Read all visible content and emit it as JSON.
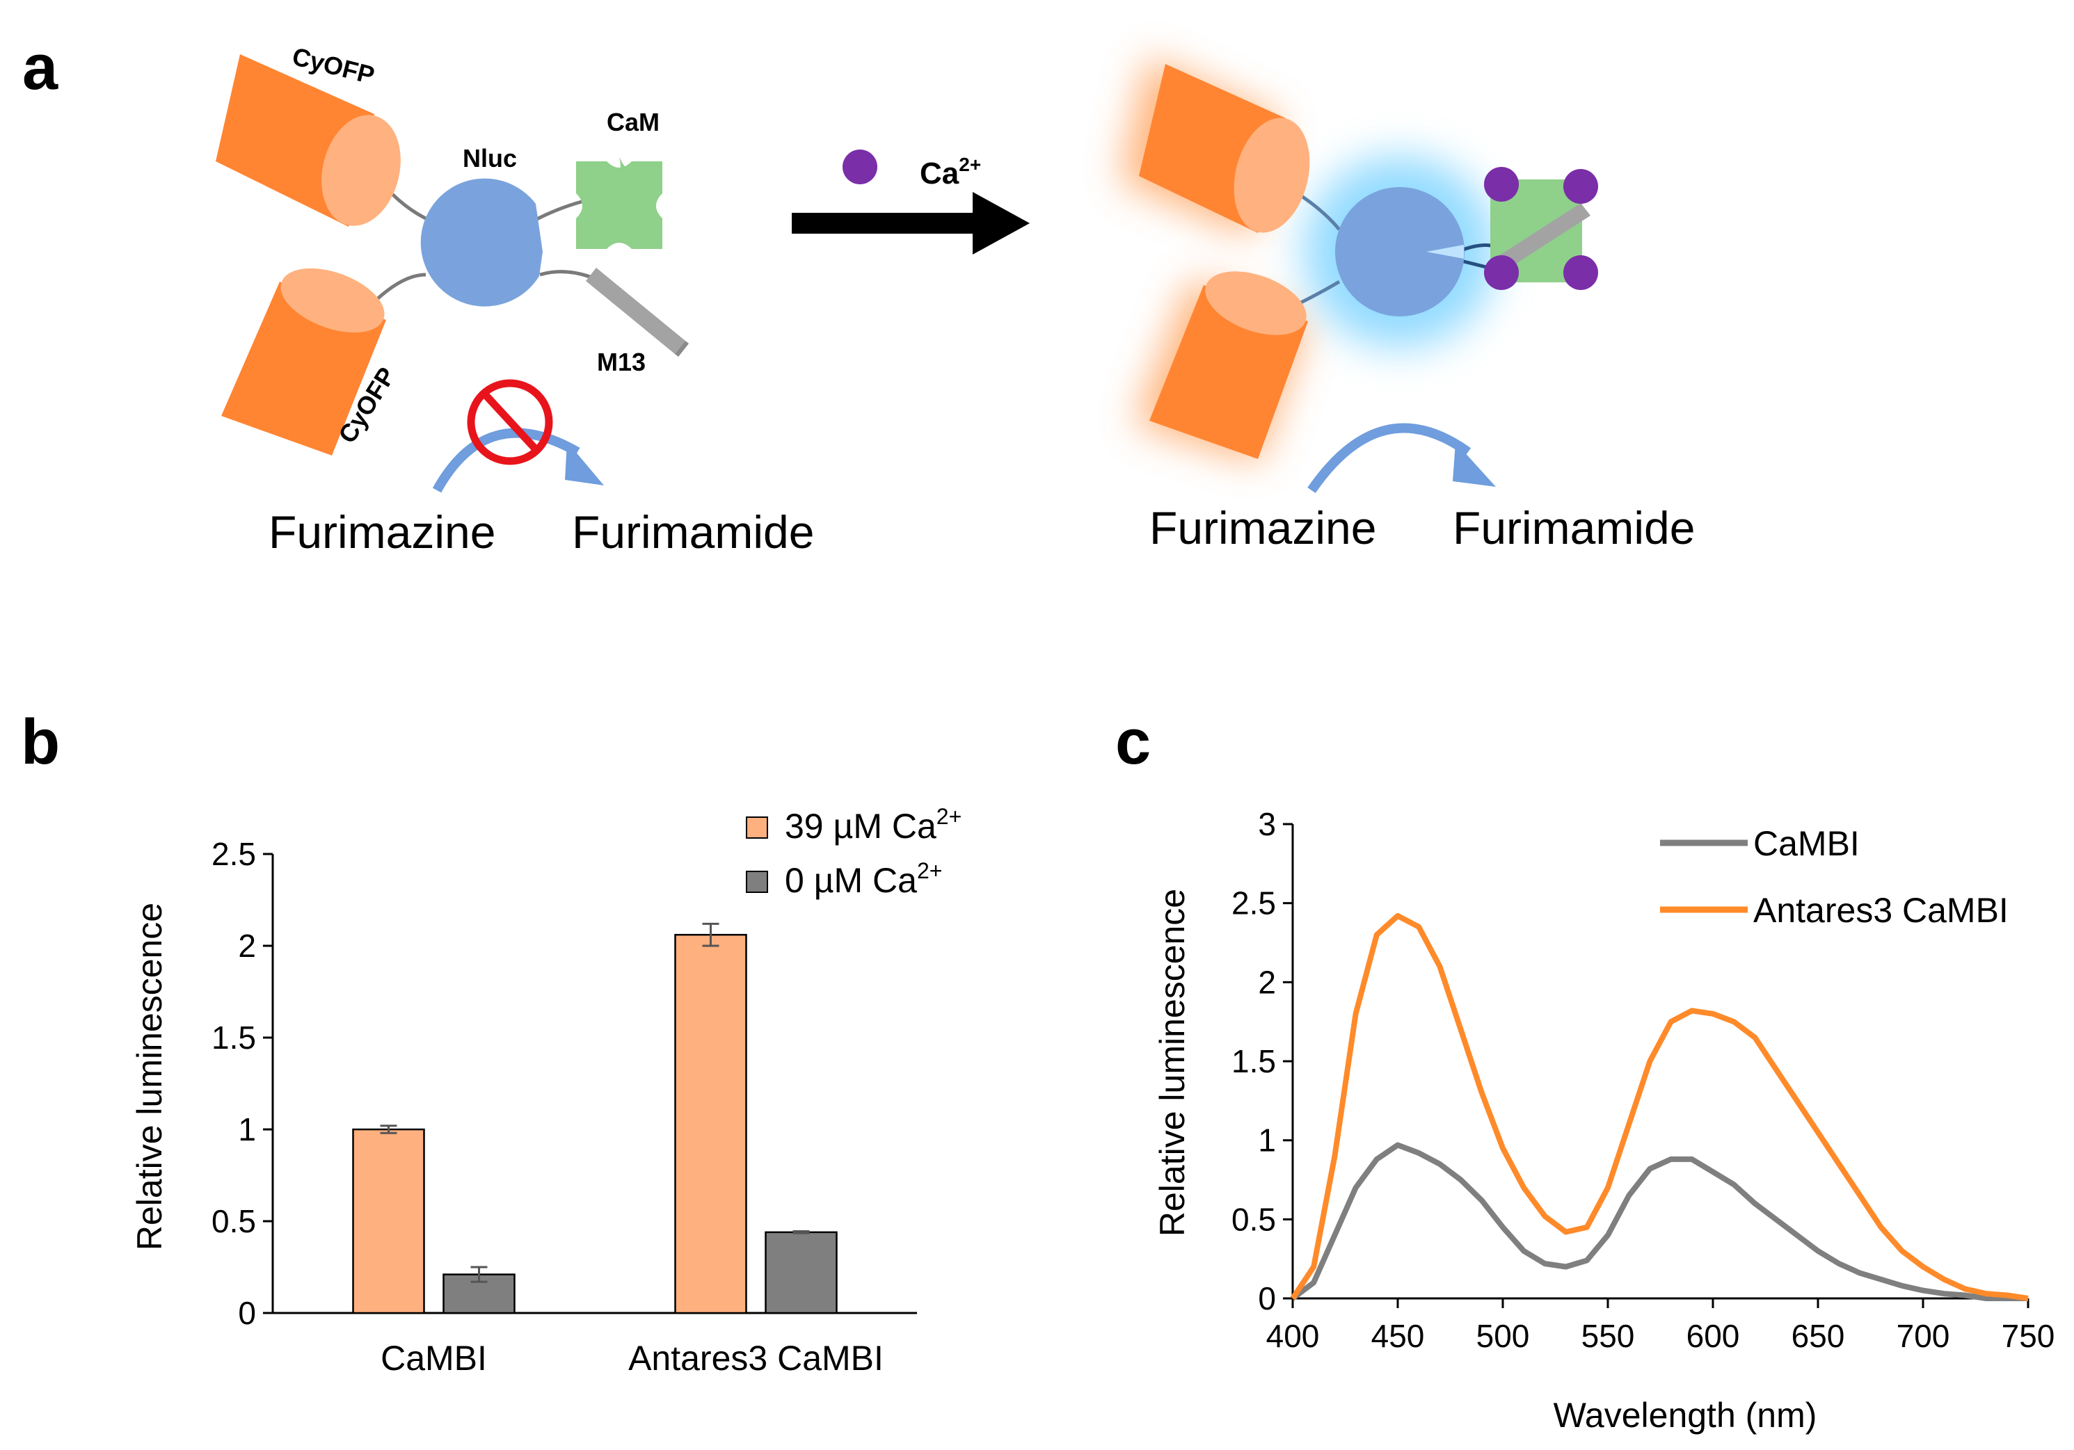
{
  "panels": {
    "a": {
      "letter": "a",
      "labels": {
        "cyofp_top": "CyOFP",
        "cyofp_bottom": "CyOFP",
        "nluc": "Nluc",
        "cam": "CaM",
        "m13": "M13",
        "ca_base": "Ca",
        "ca_sup": "2+",
        "substrate_left": "Furimazine",
        "product_left": "Furimamide",
        "substrate_right": "Furimazine",
        "product_right": "Furimamide"
      },
      "colors": {
        "cyofp": "#ff8533",
        "cyofp_face": "#ffb27f",
        "nluc": "#7aa3dd",
        "cam": "#8fd08a",
        "m13": "#a3a3a3",
        "calcium": "#7a2ea8",
        "arrow": "#000000",
        "inhibit": "#e8141c",
        "reaction_arrow": "#6f9ddd",
        "orange_glow": "#ff9a4d",
        "blue_glow": "#7fd4ff"
      }
    },
    "b": {
      "letter": "b",
      "ylabel": "Relative luminescence",
      "legend": [
        {
          "pre": "39 µM Ca",
          "sup": "2+",
          "color": "#ffb07f"
        },
        {
          "pre": "0 µM Ca",
          "sup": "2+",
          "color": "#7f7f7f"
        }
      ]
    },
    "c": {
      "letter": "c",
      "ylabel": "Relative luminescence",
      "xlabel": "Wavelength (nm)",
      "legend": [
        {
          "label": "CaMBI",
          "color": "#7f7f7f"
        },
        {
          "label": "Antares3 CaMBI",
          "color": "#ff8a2a"
        }
      ]
    }
  },
  "chart_data": [
    {
      "id": "b",
      "type": "bar",
      "ylabel": "Relative luminescence",
      "categories": [
        "CaMBI",
        "Antares3 CaMBI"
      ],
      "ylim": [
        0,
        2.5
      ],
      "yticks": [
        "0",
        "0.5",
        "1",
        "1.5",
        "2",
        "2.5"
      ],
      "series": [
        {
          "name": "39 µM Ca2+",
          "values": [
            1.0,
            2.06
          ],
          "errors": [
            0.02,
            0.06
          ],
          "color": "#ffb07f"
        },
        {
          "name": "0 µM Ca2+",
          "values": [
            0.21,
            0.44
          ],
          "errors": [
            0.04,
            0.005
          ],
          "color": "#7f7f7f"
        }
      ],
      "grid": false,
      "legend_position": "top-right"
    },
    {
      "id": "c",
      "type": "line",
      "xlabel": "Wavelength (nm)",
      "ylabel": "Relative luminescence",
      "xlim": [
        400,
        750
      ],
      "ylim": [
        0,
        3
      ],
      "xticks": [
        "400",
        "450",
        "500",
        "550",
        "600",
        "650",
        "700",
        "750"
      ],
      "yticks": [
        "0",
        "0.5",
        "1",
        "1.5",
        "2",
        "2.5",
        "3"
      ],
      "x": [
        400,
        410,
        420,
        430,
        440,
        450,
        460,
        470,
        480,
        490,
        500,
        510,
        520,
        530,
        540,
        550,
        560,
        570,
        580,
        590,
        600,
        610,
        620,
        630,
        640,
        650,
        660,
        670,
        680,
        690,
        700,
        710,
        720,
        730,
        740,
        750
      ],
      "series": [
        {
          "name": "CaMBI",
          "color": "#7f7f7f",
          "values": [
            0.0,
            0.1,
            0.4,
            0.7,
            0.88,
            0.97,
            0.92,
            0.85,
            0.75,
            0.62,
            0.45,
            0.3,
            0.22,
            0.2,
            0.24,
            0.4,
            0.65,
            0.82,
            0.88,
            0.88,
            0.8,
            0.72,
            0.6,
            0.5,
            0.4,
            0.3,
            0.22,
            0.16,
            0.12,
            0.08,
            0.05,
            0.03,
            0.02,
            0.0,
            0.0,
            0.0
          ]
        },
        {
          "name": "Antares3 CaMBI",
          "color": "#ff8a2a",
          "values": [
            0.0,
            0.2,
            0.9,
            1.8,
            2.3,
            2.42,
            2.35,
            2.1,
            1.7,
            1.3,
            0.95,
            0.7,
            0.52,
            0.42,
            0.45,
            0.7,
            1.1,
            1.5,
            1.75,
            1.82,
            1.8,
            1.75,
            1.65,
            1.45,
            1.25,
            1.05,
            0.85,
            0.65,
            0.45,
            0.3,
            0.2,
            0.12,
            0.06,
            0.03,
            0.02,
            0.0
          ]
        }
      ],
      "grid": false,
      "legend_position": "top-right"
    }
  ]
}
